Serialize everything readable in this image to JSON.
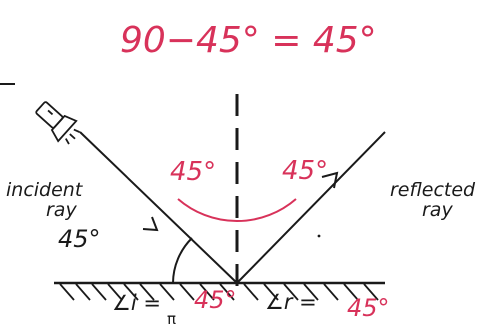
{
  "equation": "90−45° = 45°",
  "labels": {
    "incident_ray": [
      "incident",
      "ray"
    ],
    "reflected_ray": [
      "reflected",
      "ray"
    ],
    "incident_angle_value": "45°",
    "angle_left_of_normal": "45°",
    "angle_right_of_normal": "45°",
    "angle_i": "∠i =",
    "angle_i_value": "45°",
    "angle_r": "∠r =",
    "angle_r_value": "45°"
  },
  "colors": {
    "ink_black": "#1a1a1a",
    "ink_red": "#d8325a"
  },
  "icons": {
    "light_source": "flashlight-icon"
  }
}
